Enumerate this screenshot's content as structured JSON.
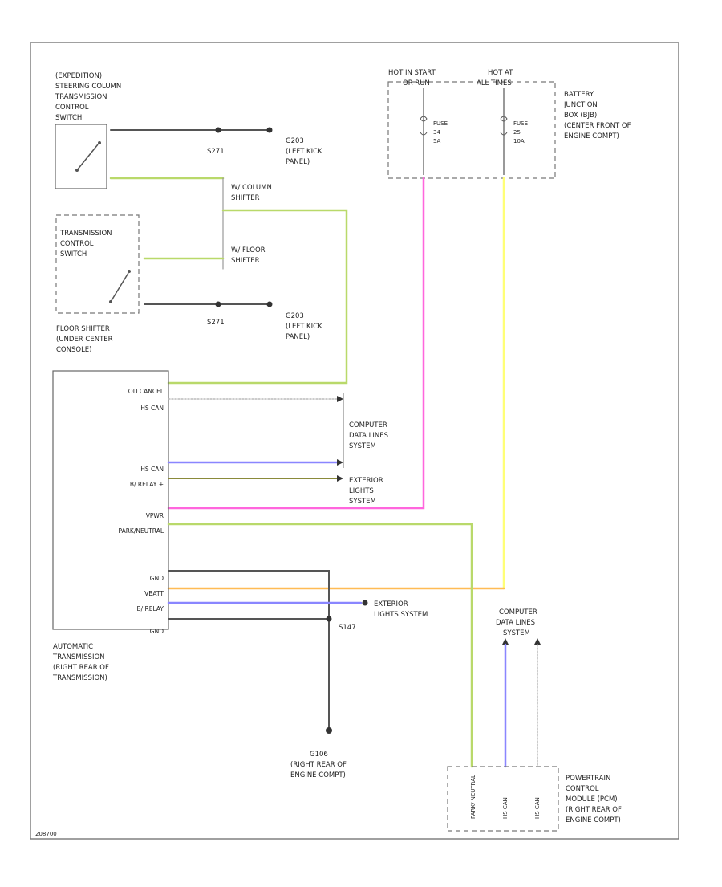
{
  "colors": {
    "green_brown": "#b9d96a",
    "pink": "#ff66dd",
    "yellow": "#ffff77",
    "orange": "#ffbb55",
    "blue": "#8a86ff",
    "dark": "#555555",
    "olive": "#8a8a3a"
  },
  "labels": {
    "steer_switch": [
      "(EXPEDITION)",
      "STEERING COLUMN",
      "TRANSMISSION",
      "CONTROL",
      "SWITCH"
    ],
    "floor_switch": [
      "TRANSMISSION",
      "CONTROL",
      "SWITCH"
    ],
    "floor_caption": [
      "FLOOR SHIFTER",
      "(UNDER CENTER",
      "CONSOLE)"
    ],
    "col_shifter": [
      "W/ COLUMN",
      "SHIFTER"
    ],
    "floor_shifter": [
      "W/ FLOOR",
      "SHIFTER"
    ],
    "ground_g203": [
      "G203",
      "(LEFT KICK",
      "PANEL)"
    ],
    "splice_s271": "S271",
    "hot_start": [
      "HOT IN START",
      "OR RUN"
    ],
    "hot_all": [
      "HOT AT",
      "ALL TIMES"
    ],
    "bjb": [
      "BATTERY",
      "JUNCTION",
      "BOX (BJB)",
      "(CENTER FRONT OF",
      "ENGINE COMPT)"
    ],
    "fuse_a": [
      "FUSE",
      "34",
      "5A"
    ],
    "fuse_b": [
      "FUSE",
      "25",
      "10A"
    ],
    "tcm_pins_left": [
      "OD CANCEL",
      "HS CAN",
      "HS CAN",
      "B/ RELAY +",
      "VPWR",
      "PARK/NEUTRAL",
      "GND",
      "VBATT",
      "B/ RELAY",
      "GND"
    ],
    "tcm_caption": [
      "AUTOMATIC",
      "TRANSMISSION",
      "(RIGHT REAR OF",
      "TRANSMISSION)"
    ],
    "cdl": [
      "COMPUTER",
      "DATA LINES",
      "SYSTEM"
    ],
    "ext_lights": [
      "EXTERIOR",
      "LIGHTS",
      "SYSTEM"
    ],
    "ext_lights2": [
      "EXTERIOR",
      "LIGHTS SYSTEM"
    ],
    "splice_s147": "S147",
    "ground_g106": [
      "G106",
      "(RIGHT REAR OF",
      "ENGINE COMPT)"
    ],
    "cdl_top": [
      "COMPUTER",
      "DATA LINES",
      "SYSTEM"
    ],
    "pcm": [
      "POWERTRAIN",
      "CONTROL",
      "MODULE (PCM)",
      "(RIGHT REAR OF",
      "ENGINE COMPT)"
    ],
    "pcm_pins": [
      "PARK/ NEUTRAL",
      "HS CAN",
      "HS CAN"
    ],
    "footer": "208700"
  }
}
